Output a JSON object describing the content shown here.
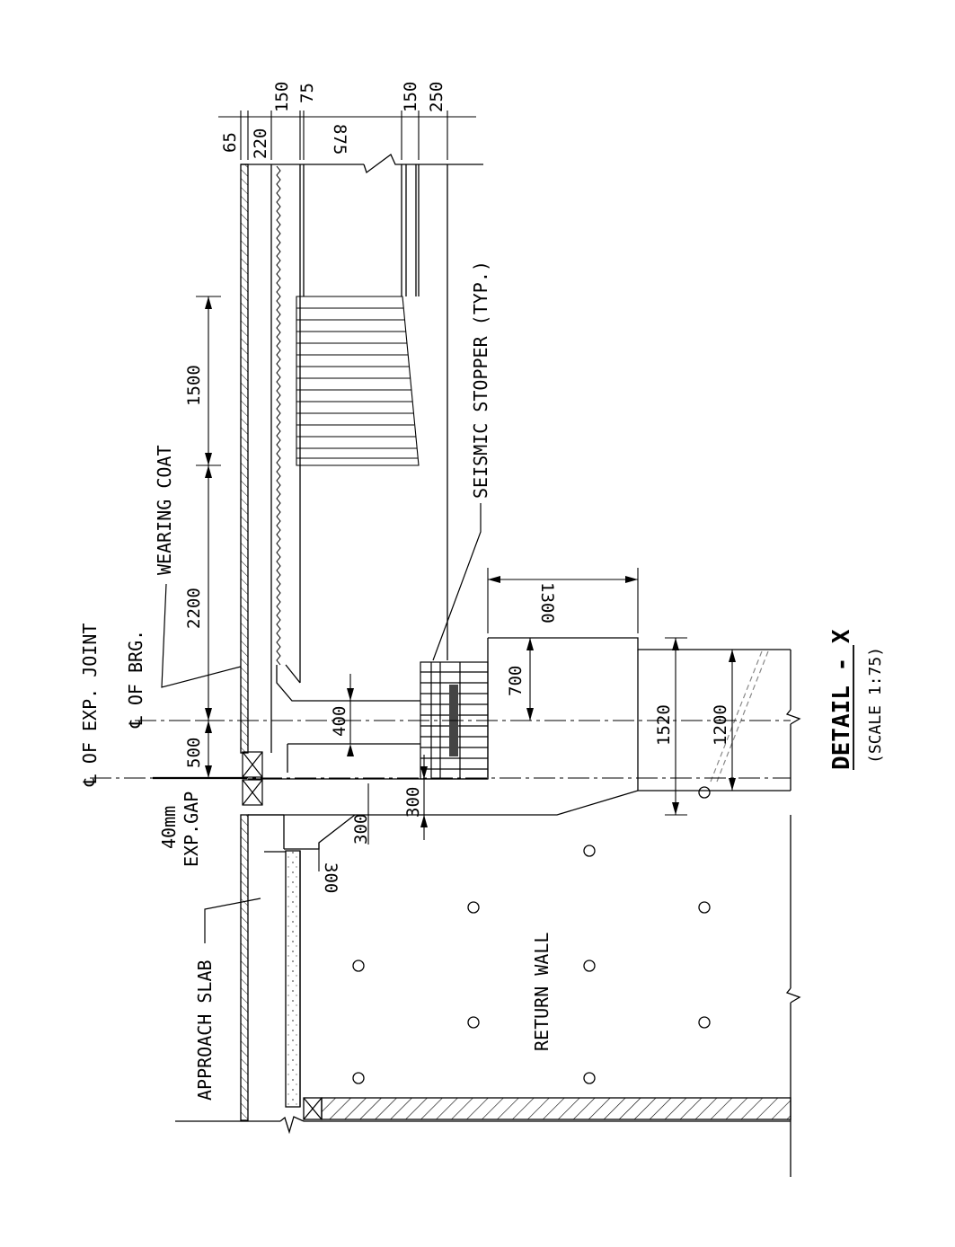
{
  "labels": {
    "cl_exp_joint": "℄ OF EXP. JOINT",
    "cl_brg": "℄ OF BRG.",
    "wearing_coat": "WEARING COAT",
    "seismic_stopper": "SEISMIC STOPPER (TYP.)",
    "exp_gap_1": "40mm",
    "exp_gap_2": "EXP.GAP",
    "approach_slab": "APPROACH SLAB",
    "return_wall": "RETURN WALL"
  },
  "title": {
    "name": "DETAIL - X",
    "scale": "(SCALE 1:75)"
  },
  "dimensions": {
    "top": [
      "65",
      "220",
      "150",
      "75",
      "875",
      "150",
      "250"
    ],
    "d_500": "500",
    "d_2200": "2200",
    "d_1500": "1500",
    "d_1300": "1300",
    "d_400": "400",
    "d_700": "700",
    "d_1520": "1520",
    "d_1200": "1200",
    "d_300a": "300",
    "d_300b": "300",
    "d_300c": "300"
  }
}
